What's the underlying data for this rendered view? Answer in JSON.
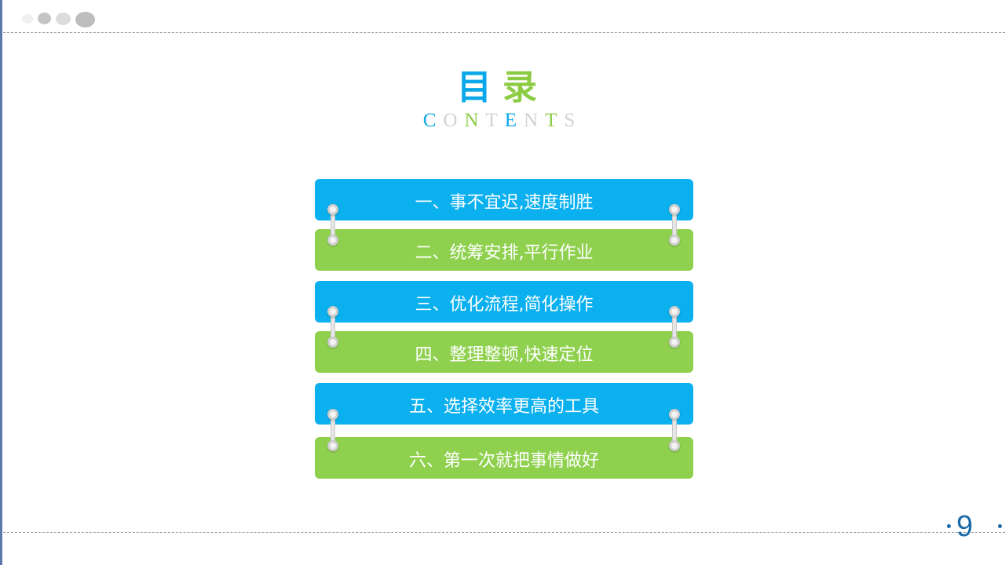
{
  "slide": {
    "title_part1": "目",
    "title_part2": "录",
    "subtitle_letters": [
      {
        "ch": "C",
        "color": "#0aa8e8"
      },
      {
        "ch": "O",
        "color": "#d2d2d2"
      },
      {
        "ch": "N",
        "color": "#8ccc44"
      },
      {
        "ch": "T",
        "color": "#d2d2d2"
      },
      {
        "ch": "E",
        "color": "#0aa8e8"
      },
      {
        "ch": "N",
        "color": "#d2d2d2"
      },
      {
        "ch": "T",
        "color": "#8ccc44"
      },
      {
        "ch": "S",
        "color": "#d2d2d2"
      }
    ],
    "menu_items": [
      {
        "label": "一、事不宜迟,速度制胜",
        "color": "blue"
      },
      {
        "label": "二、统筹安排,平行作业",
        "color": "green"
      },
      {
        "label": "三、优化流程,简化操作",
        "color": "blue"
      },
      {
        "label": "四、整理整顿,快速定位",
        "color": "green"
      },
      {
        "label": "五、选择效率更高的工具",
        "color": "blue"
      },
      {
        "label": "六、第一次就把事情做好",
        "color": "green"
      }
    ],
    "page_number": "9"
  },
  "colors": {
    "accent_blue": "#0bb0ef",
    "accent_green": "#8fd14f",
    "page_number": "#1b6aa8"
  }
}
